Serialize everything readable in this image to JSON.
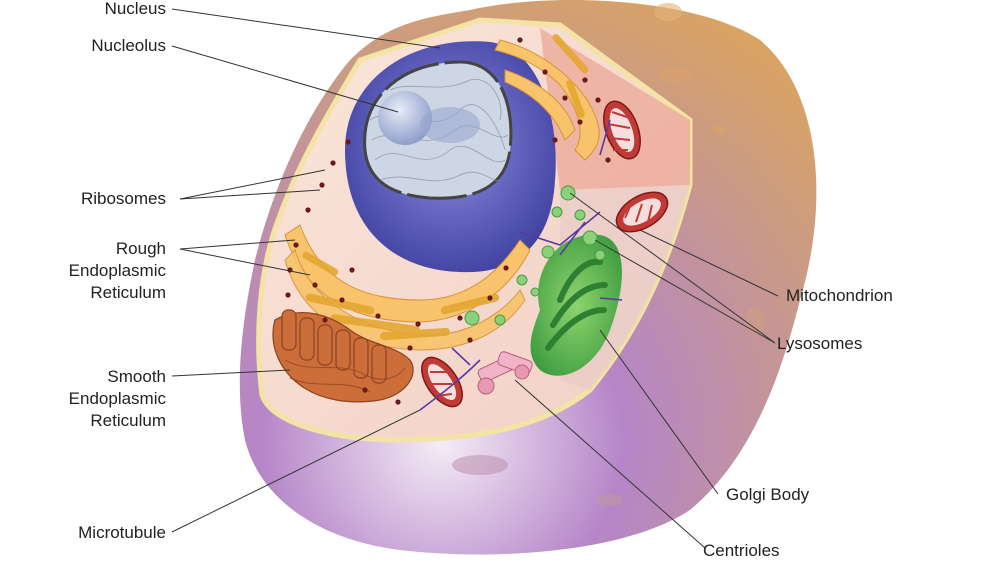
{
  "labels": {
    "nucleus": "Nucleus",
    "nucleolus": "Nucleolus",
    "ribosomes": "Ribosomes",
    "rough_er": [
      "Rough",
      "Endoplasmic",
      "Reticulum"
    ],
    "smooth_er": [
      "Smooth",
      "Endoplasmic",
      "Reticulum"
    ],
    "microtubule": "Microtubule",
    "mitochondrion": "Mitochondrion",
    "lysosomes": "Lysosomes",
    "golgi_body": "Golgi Body",
    "centrioles": "Centrioles"
  },
  "colors": {
    "membrane_outer": "#d9a36a",
    "membrane_purple": "#b07cc0",
    "cytoplasm": "#f6d9cf",
    "nucleus": "#5656b8",
    "nucleolus": "#aab6d8",
    "rough_er": "#f5b54a",
    "smooth_er": "#c8683a",
    "golgi": "#3aa64a",
    "mitochondria": "#c23a36",
    "lysosome": "#6cc46a",
    "ribosome": "#6a1a1a"
  }
}
